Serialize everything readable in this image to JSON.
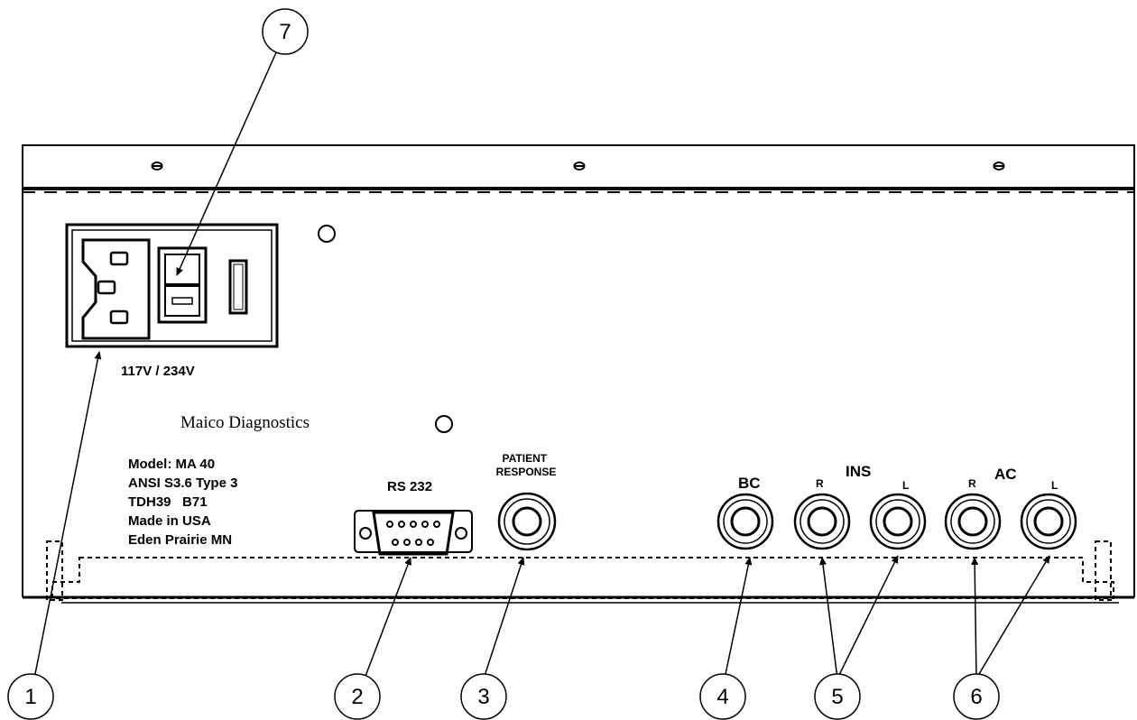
{
  "panel": {
    "voltage_label": "117V / 234V",
    "manufacturer": "Maico Diagnostics",
    "model_info": [
      "Model: MA 40",
      "ANSI S3.6 Type 3",
      "TDH39   B71",
      "Made in USA",
      "Eden Prairie MN"
    ]
  },
  "connectors": {
    "rs232_label": "RS 232",
    "patient_response_label": [
      "PATIENT",
      "RESPONSE"
    ],
    "bc_label": "BC",
    "ins_label": "INS",
    "ac_label": "AC",
    "right_label": "R",
    "left_label": "L"
  },
  "callouts": [
    "1",
    "2",
    "3",
    "4",
    "5",
    "6",
    "7"
  ]
}
